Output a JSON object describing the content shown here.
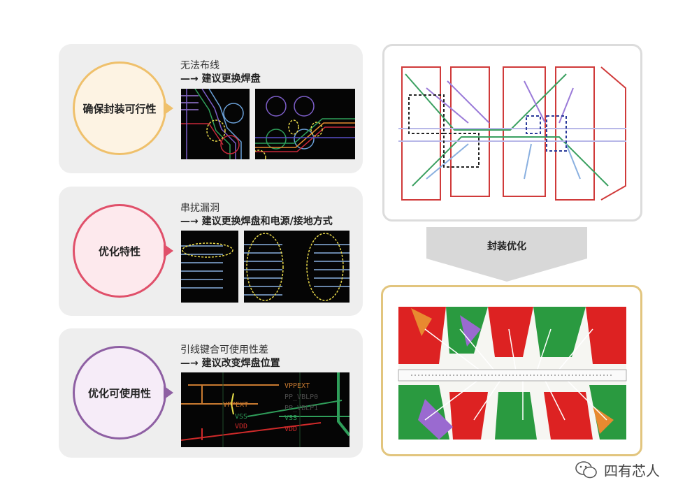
{
  "panels": [
    {
      "circle_label": "确保封装可行性",
      "issue": "无法布线",
      "suggestion": "—→ 建议更换焊盘",
      "border_color": "#efc06b",
      "fill_color": "#fdf3e3"
    },
    {
      "circle_label": "优化特性",
      "issue": "串扰漏洞",
      "suggestion": "—→ 建议更换焊盘和电源/接地方式",
      "border_color": "#e0506a",
      "fill_color": "#fde9ed"
    },
    {
      "circle_label": "优化可使用性",
      "issue": "引线键合可使用性差",
      "suggestion": "—→ 建议改变焊盘位置",
      "border_color": "#8e5fa3",
      "fill_color": "#f6ecf8"
    }
  ],
  "bond_image_labels": {
    "right": [
      "VPPEXT",
      "PP_VBLP0",
      "PP_VBLP1",
      "VSS",
      "VDD"
    ],
    "left": [
      "VPPEXT",
      "VSS",
      "VDD"
    ]
  },
  "arrow_label": "封装优化",
  "watermark": "四有芯人"
}
